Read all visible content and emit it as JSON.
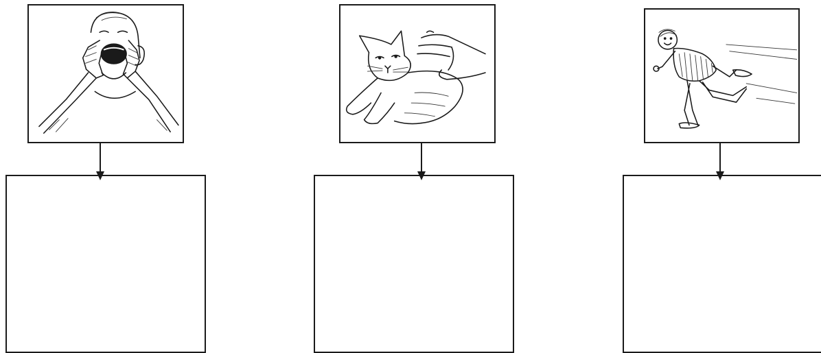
{
  "panels": [
    {
      "picture": "person-shouting",
      "answer_text": ""
    },
    {
      "picture": "hand-stroking-cat",
      "answer_text": ""
    },
    {
      "picture": "person-running",
      "answer_text": ""
    }
  ],
  "colors": {
    "line": "#1a1a1a",
    "background": "#ffffff"
  }
}
